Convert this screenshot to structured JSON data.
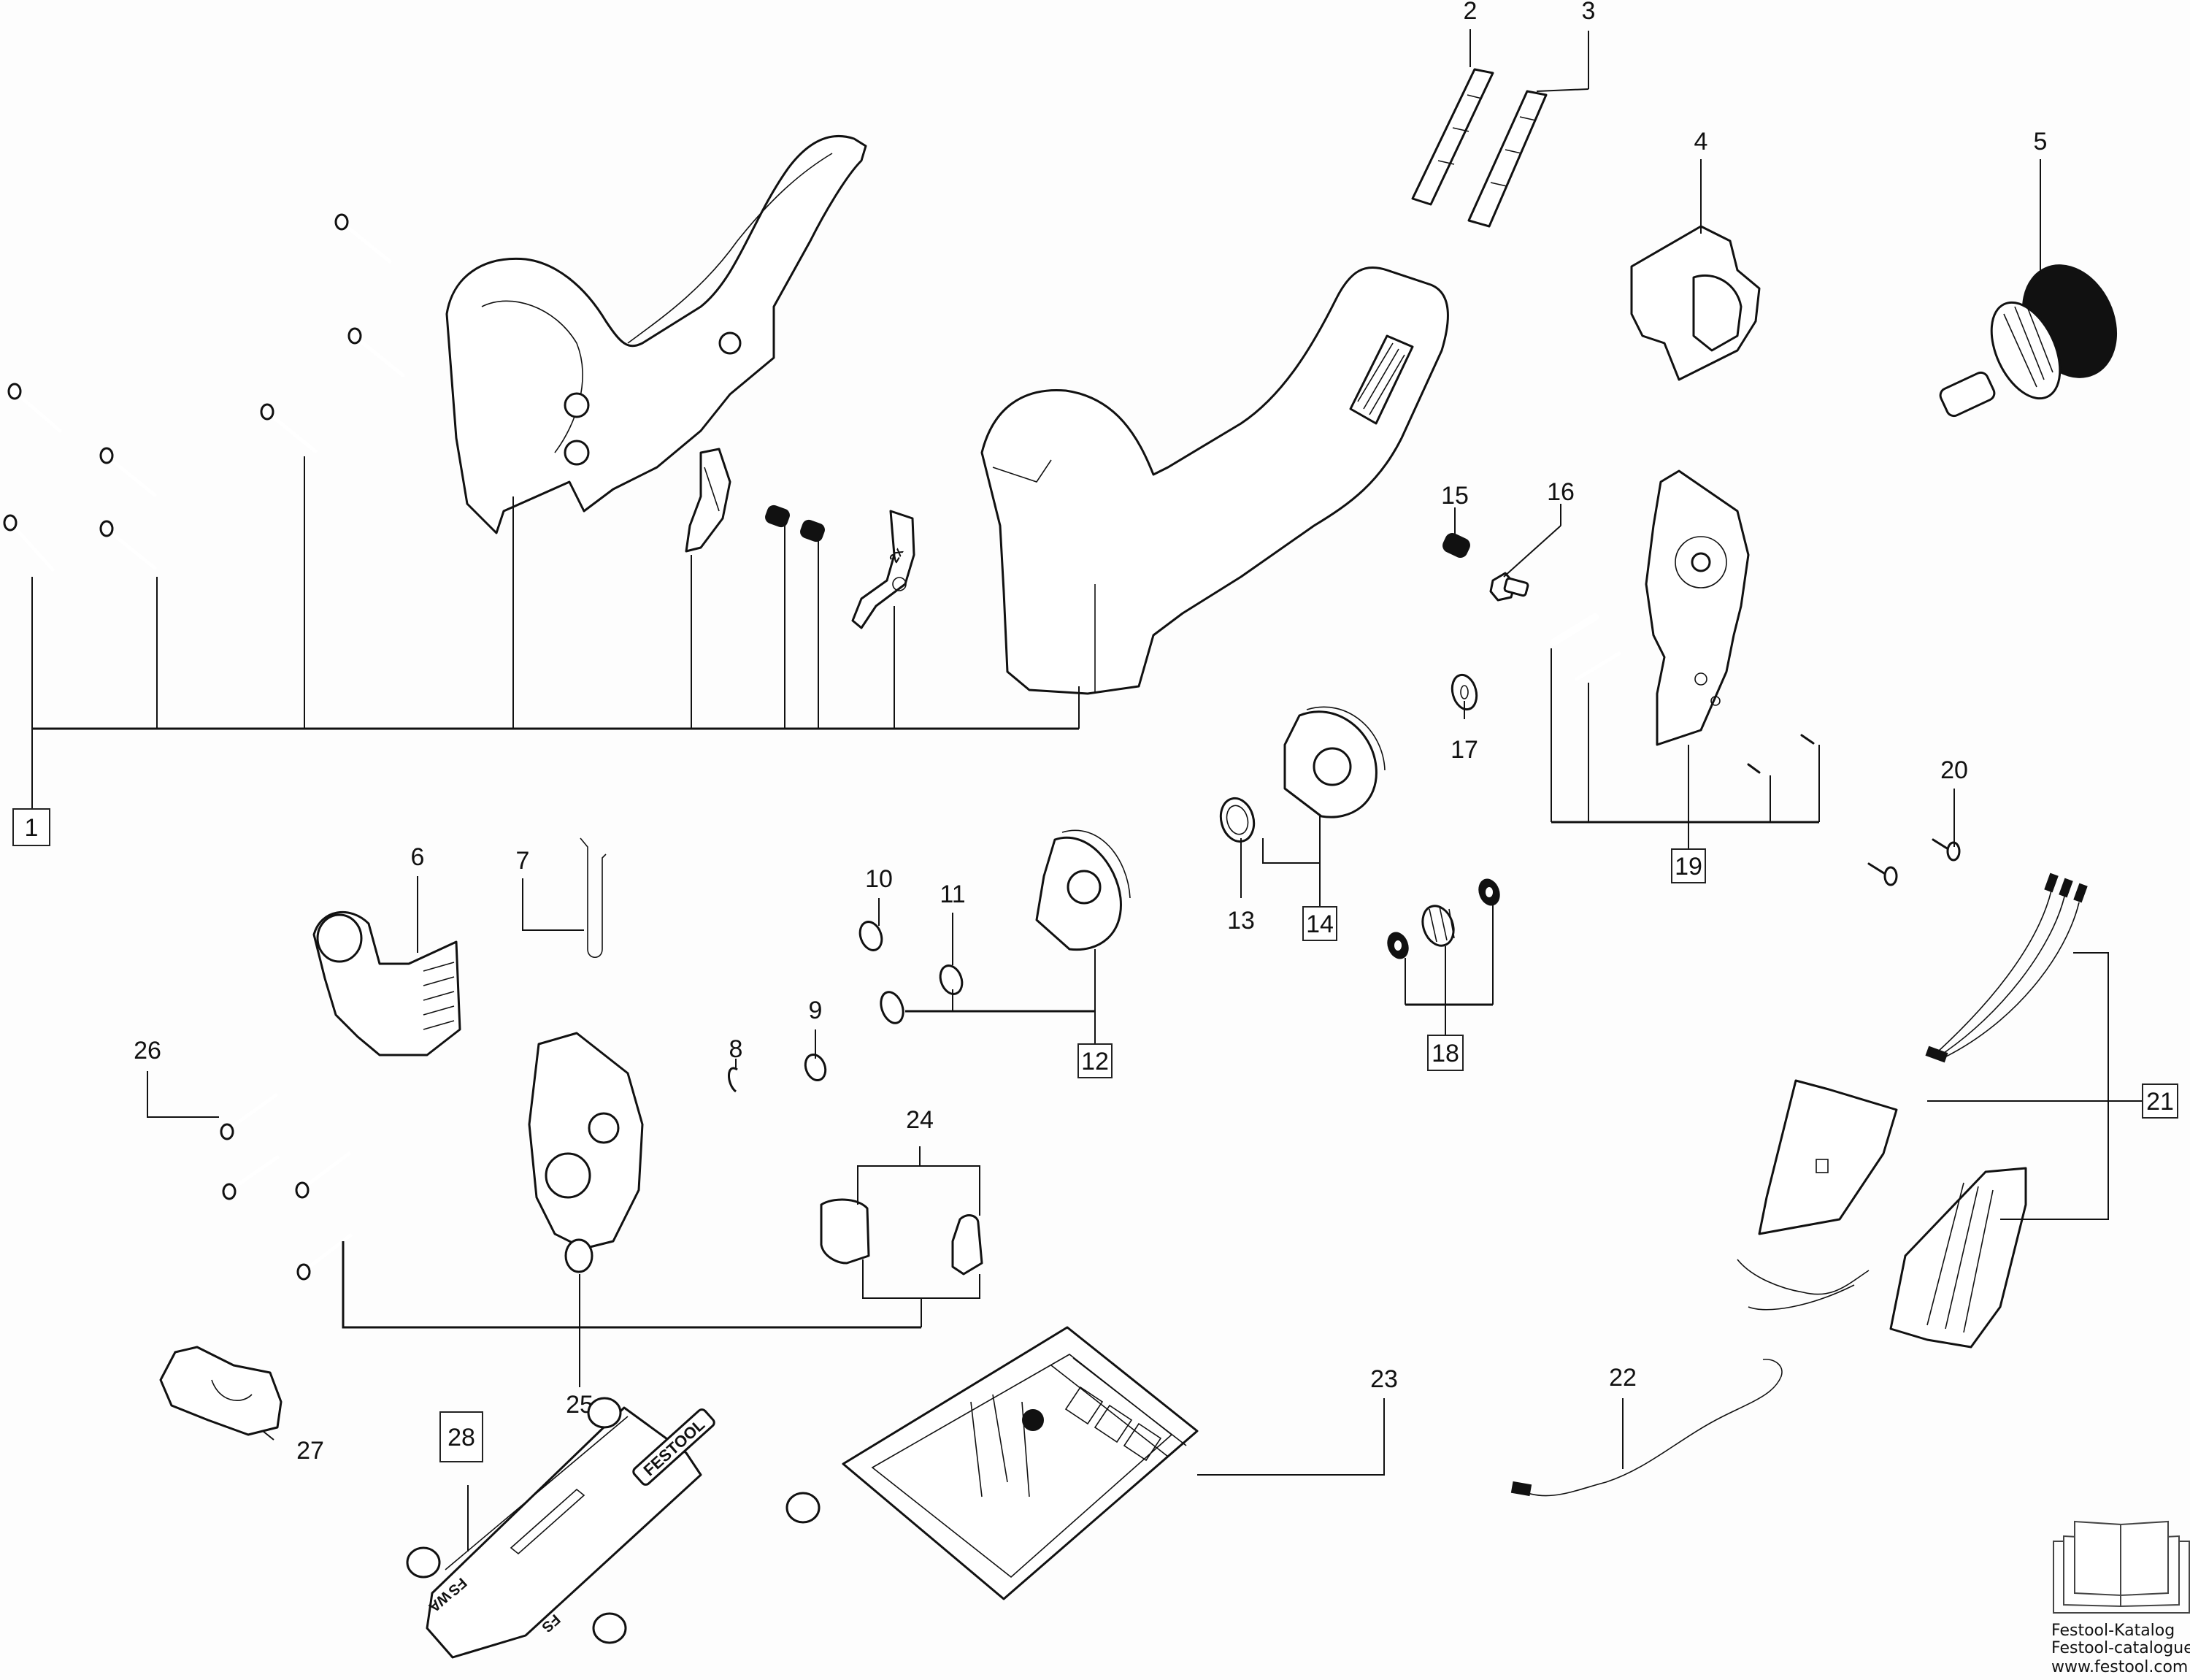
{
  "diagram": {
    "title": "Exploded parts view",
    "callouts": {
      "c1": "1",
      "c2": "2",
      "c3": "3",
      "c4": "4",
      "c5": "5",
      "c6": "6",
      "c7": "7",
      "c8": "8",
      "c9": "9",
      "c10": "10",
      "c11": "11",
      "c12": "12",
      "c13": "13",
      "c14": "14",
      "c15": "15",
      "c16": "16",
      "c17": "17",
      "c18": "18",
      "c19": "19",
      "c20": "20",
      "c21": "21",
      "c22": "22",
      "c23": "23",
      "c24": "24",
      "c25": "25",
      "c26": "26",
      "c27": "27",
      "c28": "28"
    },
    "boxed_callouts": [
      "1",
      "12",
      "14",
      "18",
      "19",
      "21",
      "28"
    ],
    "part_markings": {
      "clip_quantity": "2x",
      "brand_plate": "FESTOOL",
      "guide_fs_1": "FS",
      "guide_fs_2": "FS",
      "guide_wa": "WA"
    }
  },
  "catalogue": {
    "icon": "open-book-icon",
    "line1": "Festool-Katalog",
    "line2": "Festool-catalogue",
    "line3": "www.festool.com"
  }
}
